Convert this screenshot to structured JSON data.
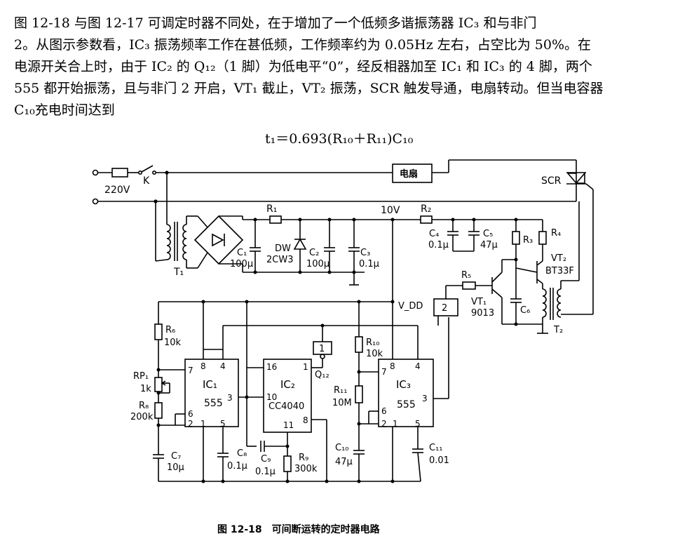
{
  "paragraph": {
    "line1": "图 12-18 与图 12-17 可调定时器不同处，在于增加了一个低频多谐振荡器 IC₃ 和与非门",
    "line2": "2。从图示参数看，IC₃ 振荡频率工作在甚低频，工作频率约为 0.05Hz 左右，占空比为 50%。在",
    "line3": "电源开关合上时，由于 IC₂ 的 Q₁₂（1 脚）为低电平“0”，经反相器加至 IC₁ 和 IC₃ 的 4 脚，两个",
    "line4": "555 都开始振荡，且与非门 2 开启，VT₁ 截止，VT₂ 振荡，SCR 触发导通，电扇转动。但当电容器",
    "line5": "C₁₀充电时间达到"
  },
  "formula": "t₁＝0.693(R₁₀＋R₁₁)C₁₀",
  "caption": "图 12-18　可间断运转的定时器电路",
  "diagram": {
    "mains": "220V",
    "switch": "K",
    "fan": "电扇",
    "scr": "SCR",
    "t1": "T₁",
    "r1": "R₁",
    "c1": {
      "name": "C₁",
      "value": "100μ"
    },
    "dw": {
      "name": "DW",
      "value": "2CW3"
    },
    "c2": {
      "name": "C₂",
      "value": "100μ"
    },
    "c3": {
      "name": "C₃",
      "value": "0.1μ"
    },
    "supply": "10V",
    "r2": "R₂",
    "c4": {
      "name": "C₄",
      "value": "0.1μ"
    },
    "c5": {
      "name": "C₅",
      "value": "47μ"
    },
    "r3": "R₃",
    "r4": "R₄",
    "vt2": {
      "name": "VT₂",
      "value": "BT33F"
    },
    "r5": "R₅",
    "vt1": {
      "name": "VT₁",
      "value": "9013"
    },
    "c6": "C₆",
    "t2": "T₂",
    "vdd": "V_DD",
    "r6": {
      "name": "R₆",
      "value": "10k"
    },
    "rp1": {
      "name": "RP₁",
      "value": "1k"
    },
    "r8": {
      "name": "R₈",
      "value": "200k"
    },
    "c7": {
      "name": "C₇",
      "value": "10μ"
    },
    "ic1": {
      "name": "IC₁",
      "type": "555"
    },
    "c8": {
      "name": "C₈",
      "value": "0.1μ"
    },
    "c9": {
      "name": "C₉",
      "value": "0.1μ"
    },
    "ic2": {
      "name": "IC₂",
      "type": "CC4040"
    },
    "r9": {
      "name": "R₉",
      "value": "300k"
    },
    "gate1": "1",
    "gate2": "2",
    "q12": "Q₁₂",
    "r10": {
      "name": "R₁₀",
      "value": "10k"
    },
    "r11": {
      "name": "R₁₁",
      "value": "10M"
    },
    "c10": {
      "name": "C₁₀",
      "value": "47μ"
    },
    "ic3": {
      "name": "IC₃",
      "type": "555"
    },
    "c11": {
      "name": "C₁₁",
      "value": "0.01"
    },
    "pins": {
      "p1": "1",
      "p2": "2",
      "p3": "3",
      "p4": "4",
      "p5": "5",
      "p6": "6",
      "p7": "7",
      "p8": "8",
      "p10": "10",
      "p11": "11",
      "p16": "16"
    }
  }
}
